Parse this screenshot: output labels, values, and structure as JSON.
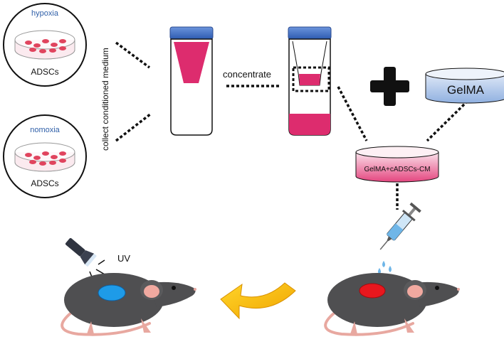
{
  "hypoxia_dish": {
    "condition": "hypoxia",
    "cells": "ADSCs"
  },
  "normoxia_dish": {
    "condition": "nomoxia",
    "cells": "ADSCs"
  },
  "collect_label": "collect conditioned medium",
  "concentrate_label": "concentrate",
  "plus_symbol": "+",
  "gelma_label": "GelMA",
  "mix_label": "GelMA+cADSCs-CM",
  "uv_label": "UV",
  "colors": {
    "medium_pink": "#dd2c6e",
    "tube_cap": "#3e6fc1",
    "wound_red": "#e8171e",
    "gel_blue": "#1e9be8",
    "arrow_yellow": "#f5b800",
    "mouse_body": "#4f4f51",
    "condition_text": "#2f5fa8"
  },
  "icons": [
    "petri-dish-icon",
    "centrifuge-tube-icon",
    "concentrator-tube-icon",
    "plus-icon",
    "hydrogel-dish-icon",
    "syringe-icon",
    "water-drop-icon",
    "flashlight-icon",
    "curved-arrow-icon",
    "mouse-icon"
  ]
}
